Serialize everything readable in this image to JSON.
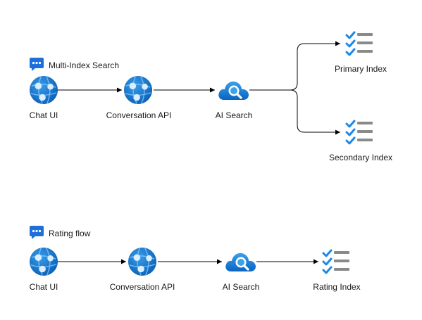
{
  "colors": {
    "azure_blue": "#0078d4",
    "azure_light": "#50e6ff",
    "check_blue": "#1e88e5",
    "list_gray": "#8a8a8a",
    "chat_blue": "#1e6fd9",
    "edge": "#000000"
  },
  "flows": [
    {
      "title": "Multi-Index Search",
      "title_icon": "chat-bubble-icon",
      "nodes": [
        {
          "label": "Chat UI",
          "icon": "web-app-icon"
        },
        {
          "label": "Conversation API",
          "icon": "web-app-icon"
        },
        {
          "label": "AI Search",
          "icon": "cloud-search-icon"
        },
        {
          "label": "Primary Index",
          "icon": "checklist-icon"
        },
        {
          "label": "Secondary Index",
          "icon": "checklist-icon"
        }
      ]
    },
    {
      "title": "Rating flow",
      "title_icon": "chat-bubble-icon",
      "nodes": [
        {
          "label": "Chat UI",
          "icon": "web-app-icon"
        },
        {
          "label": "Conversation API",
          "icon": "web-app-icon"
        },
        {
          "label": "AI Search",
          "icon": "cloud-search-icon"
        },
        {
          "label": "Rating Index",
          "icon": "checklist-icon"
        }
      ]
    }
  ]
}
